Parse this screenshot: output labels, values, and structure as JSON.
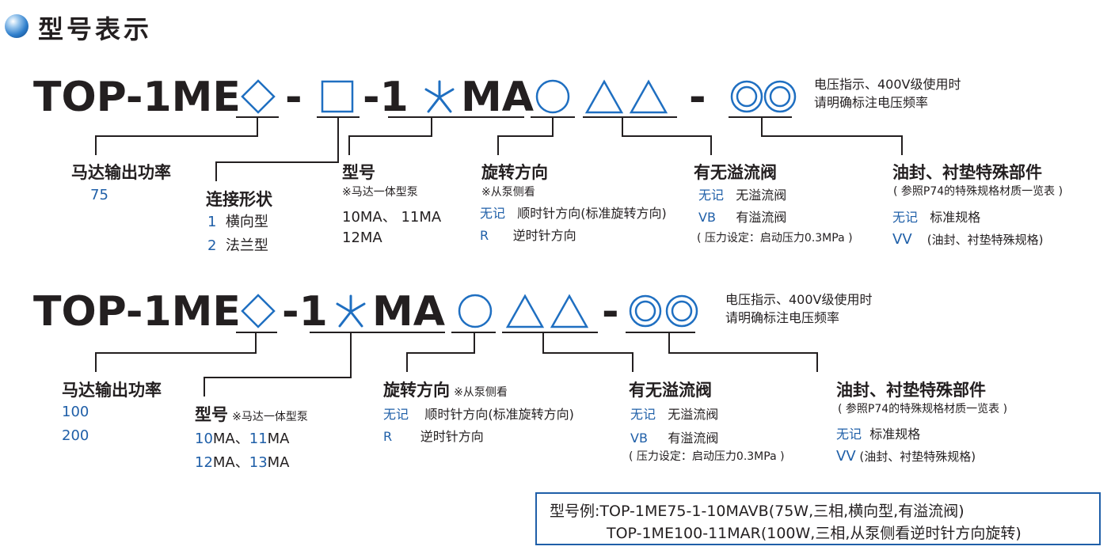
{
  "title": "型号表示",
  "code1": {
    "prefix": "TOP-1ME",
    "dash1": "-",
    "dash2": "-1",
    "suffix": "MA",
    "dash3": "-",
    "side_note_1": "电压指示、400V级使用时",
    "side_note_2": "请明确标注电压频率",
    "motor_power": {
      "heading": "马达输出功率",
      "value": "75"
    },
    "connection": {
      "heading": "连接形状",
      "items": [
        {
          "code": "1",
          "text": "横向型"
        },
        {
          "code": "2",
          "text": "法兰型"
        }
      ]
    },
    "model": {
      "heading": "型号",
      "note": "※马达一体型泵",
      "line1_a": "10",
      "line1_b": "MA、 ",
      "line1_c": "11",
      "line1_d": "MA",
      "line2_a": "12",
      "line2_b": "MA"
    },
    "rotation": {
      "heading": "旋转方向",
      "note": "※从泵侧看",
      "items": [
        {
          "code": "无记",
          "text": "顺时针方向(标准旋转方向)"
        },
        {
          "code": "R",
          "text": "逆时针方向"
        }
      ]
    },
    "relief": {
      "heading": "有无溢流阀",
      "items": [
        {
          "code": "无记",
          "text": "无溢流阀"
        },
        {
          "code": "VB",
          "text": "有溢流阀"
        }
      ],
      "note": "( 压力设定：启动压力0.3MPa )"
    },
    "seal": {
      "heading": "油封、衬垫特殊部件",
      "note": "( 参照P74的特殊规格材质一览表 )",
      "items": [
        {
          "code": "无记",
          "text": "标准规格"
        },
        {
          "code": "VV",
          "text": "(油封、衬垫特殊规格)"
        }
      ]
    }
  },
  "code2": {
    "prefix": "TOP-1ME",
    "dash1": "-1",
    "suffix": "MA",
    "dash3": "-",
    "side_note_1": "电压指示、400V级使用时",
    "side_note_2": "请明确标注电压频率",
    "motor_power": {
      "heading": "马达输出功率",
      "values": [
        "100",
        "200"
      ]
    },
    "model": {
      "heading": "型号",
      "note": "※马达一体型泵",
      "line1_a": "10",
      "line1_b": "MA、",
      "line1_c": "11",
      "line1_d": "MA",
      "line2_a": "12",
      "line2_b": "MA、",
      "line2_c": "13",
      "line2_d": "MA"
    },
    "rotation": {
      "heading": "旋转方向",
      "note": "※从泵侧看",
      "items": [
        {
          "code": "无记",
          "text": "顺时针方向(标准旋转方向)"
        },
        {
          "code": "R",
          "text": "逆时针方向"
        }
      ]
    },
    "relief": {
      "heading": "有无溢流阀",
      "items": [
        {
          "code": "无记",
          "text": "无溢流阀"
        },
        {
          "code": "VB",
          "text": "有溢流阀"
        }
      ],
      "note": "( 压力设定：启动压力0.3MPa )"
    },
    "seal": {
      "heading": "油封、衬垫特殊部件",
      "note": "( 参照P74的特殊规格材质一览表 )",
      "items": [
        {
          "code": "无记",
          "text": "标准规格"
        },
        {
          "code": "VV",
          "text": "(油封、衬垫特殊规格)"
        }
      ]
    }
  },
  "example": {
    "line1": "型号例:TOP-1ME75-1-10MAVB(75W,三相,横向型,有溢流阀)",
    "line2": "TOP-1ME100-11MAR(100W,三相,从泵侧看逆时针方向旋转)"
  },
  "colors": {
    "accent": "#1f6fc1",
    "text": "#231f20",
    "code_blue": "#1f5fa8"
  }
}
